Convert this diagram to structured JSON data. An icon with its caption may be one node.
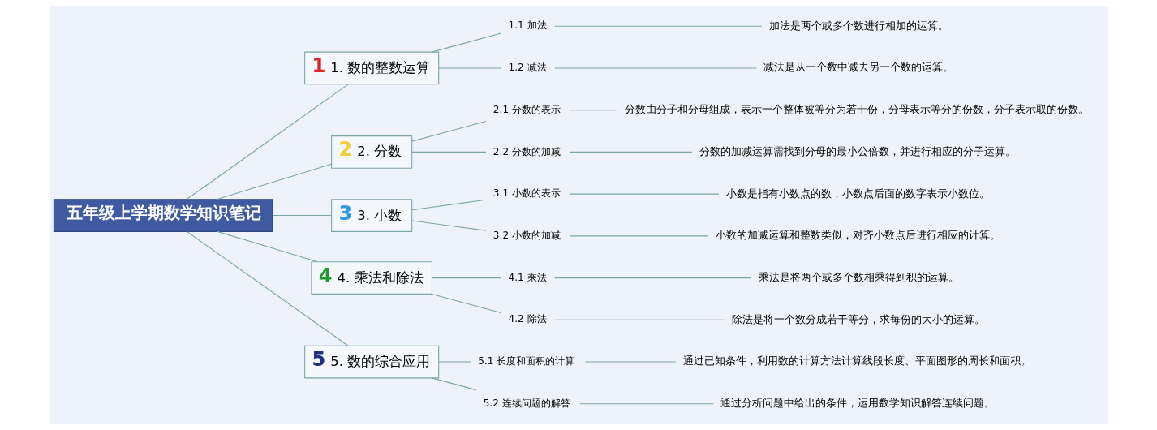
{
  "diagram": {
    "nodes": [
      {
        "text": [
          "五年级上学期数学知识笔记"
        ]
      },
      {
        "text": [
          "1",
          "1. 数的整数运算"
        ]
      },
      {
        "text": [
          "1.1 加法"
        ]
      },
      {
        "text": [
          "加法是两个或多个数进行相加的运算。"
        ]
      },
      {
        "text": [
          "1.2 减法"
        ]
      },
      {
        "text": [
          "减法是从一个数中减去另一个数的运算。"
        ]
      },
      {
        "text": [
          "2",
          "2. 分数"
        ]
      },
      {
        "text": [
          "2.1 分数的表示"
        ]
      },
      {
        "text": [
          "分数由分子和分母组成，表示一个整体被等分为若干份，分母表示等分的份数，分子表示取的份数。"
        ]
      },
      {
        "text": [
          "2.2 分数的加减"
        ]
      },
      {
        "text": [
          "分数的加减运算需找到分母的最小公倍数，并进行相应的分子运算。"
        ]
      },
      {
        "text": [
          "3",
          "3. 小数"
        ]
      },
      {
        "text": [
          "3.1 小数的表示"
        ]
      },
      {
        "text": [
          "小数是指有小数点的数，小数点后面的数字表示小数位。"
        ]
      },
      {
        "text": [
          "3.2 小数的加减"
        ]
      },
      {
        "text": [
          "小数的加减运算和整数类似，对齐小数点后进行相应的计算。"
        ]
      },
      {
        "text": [
          "4",
          "4. 乘法和除法"
        ]
      },
      {
        "text": [
          "4.1 乘法"
        ]
      },
      {
        "text": [
          "乘法是将两个或多个数相乘得到积的运算。"
        ]
      },
      {
        "text": [
          "4.2 除法"
        ]
      },
      {
        "text": [
          "除法是将一个数分成若干等分，求每份的大小的运算。"
        ]
      },
      {
        "text": [
          "5",
          "5. 数的综合应用"
        ]
      },
      {
        "text": [
          "5.1 长度和面积的计算"
        ]
      },
      {
        "text": [
          "通过已知条件，利用数的计算方法计算线段长度、平面图形的周长和面积。"
        ]
      },
      {
        "text": [
          "5.2 连续问题的解答"
        ]
      },
      {
        "text": [
          "通过分析问题中给出的条件，运用数学知识解答连续问题。"
        ]
      }
    ],
    "edges": [
      {
        "from": 0,
        "to": 1,
        "arrow": "none"
      },
      {
        "from": 1,
        "to": 2,
        "arrow": "none"
      },
      {
        "from": 2,
        "to": 3,
        "arrow": "none"
      },
      {
        "from": 1,
        "to": 4,
        "arrow": "none"
      },
      {
        "from": 4,
        "to": 5,
        "arrow": "none"
      },
      {
        "from": 0,
        "to": 6,
        "arrow": "none"
      },
      {
        "from": 6,
        "to": 7,
        "arrow": "none"
      },
      {
        "from": 7,
        "to": 8,
        "arrow": "none"
      },
      {
        "from": 6,
        "to": 9,
        "arrow": "none"
      },
      {
        "from": 9,
        "to": 10,
        "arrow": "none"
      },
      {
        "from": 0,
        "to": 11,
        "arrow": "none"
      },
      {
        "from": 11,
        "to": 12,
        "arrow": "none"
      },
      {
        "from": 12,
        "to": 13,
        "arrow": "none"
      },
      {
        "from": 11,
        "to": 14,
        "arrow": "none"
      },
      {
        "from": 14,
        "to": 15,
        "arrow": "none"
      },
      {
        "from": 0,
        "to": 16,
        "arrow": "none"
      },
      {
        "from": 16,
        "to": 17,
        "arrow": "none"
      },
      {
        "from": 17,
        "to": 18,
        "arrow": "none"
      },
      {
        "from": 16,
        "to": 19,
        "arrow": "none"
      },
      {
        "from": 19,
        "to": 20,
        "arrow": "none"
      },
      {
        "from": 0,
        "to": 21,
        "arrow": "none"
      },
      {
        "from": 21,
        "to": 22,
        "arrow": "none"
      },
      {
        "from": 22,
        "to": 23,
        "arrow": "none"
      },
      {
        "from": 21,
        "to": 24,
        "arrow": "none"
      },
      {
        "from": 24,
        "to": 25,
        "arrow": "none"
      }
    ]
  }
}
